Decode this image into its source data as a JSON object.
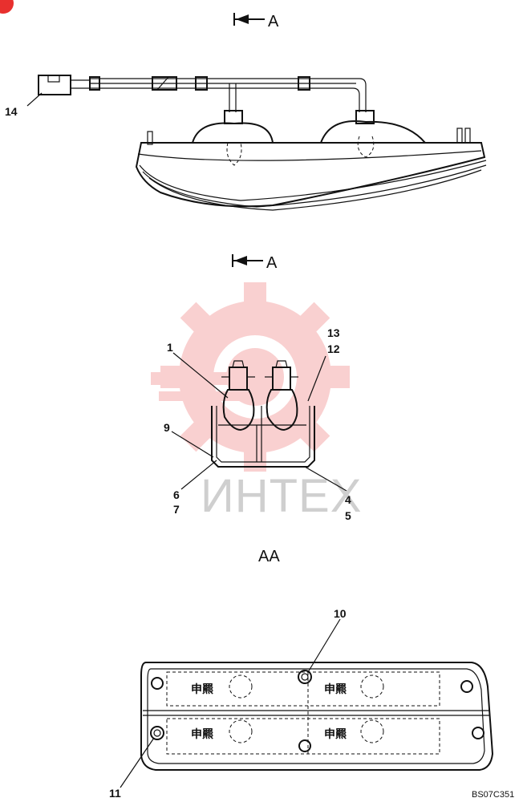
{
  "views": {
    "top_marker": "A",
    "middle_marker": "A",
    "section_title": "AA"
  },
  "callouts": {
    "c1": "1",
    "c4": "4",
    "c5": "5",
    "c6": "6",
    "c7": "7",
    "c9": "9",
    "c10": "10",
    "c11": "11",
    "c12": "12",
    "c13": "13",
    "c14": "14"
  },
  "watermark": {
    "text": "ИНТЕХ",
    "color": "#e8302e"
  },
  "drawing_code": "BS07C351",
  "lens_marking": "申羆"
}
